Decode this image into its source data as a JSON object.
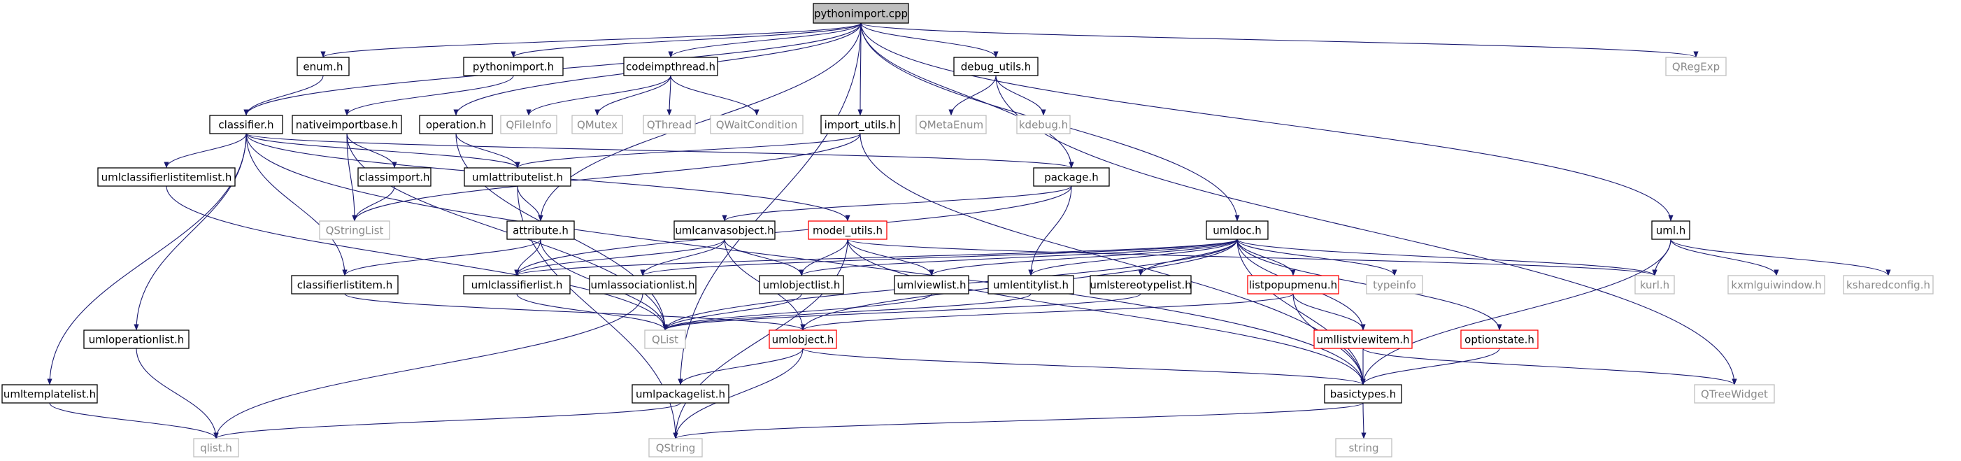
{
  "graph": {
    "colors": {
      "edge": "#191970",
      "normal_border": "#000000",
      "external_border": "#bfbfbf",
      "truncated_border": "#ff0000",
      "root_fill": "#bfbfbf",
      "text": "#000000",
      "external_text": "#8a8a8a"
    },
    "nodes": [
      {
        "id": "pythonimport_cpp",
        "label": "pythonimport.cpp",
        "kind": "root"
      },
      {
        "id": "enum_h",
        "label": "enum.h",
        "kind": "normal"
      },
      {
        "id": "pythonimport_h",
        "label": "pythonimport.h",
        "kind": "normal"
      },
      {
        "id": "codeimpthread_h",
        "label": "codeimpthread.h",
        "kind": "normal"
      },
      {
        "id": "debug_utils_h",
        "label": "debug_utils.h",
        "kind": "normal"
      },
      {
        "id": "QRegExp",
        "label": "QRegExp",
        "kind": "external"
      },
      {
        "id": "classifier_h",
        "label": "classifier.h",
        "kind": "normal"
      },
      {
        "id": "nativeimportbase_h",
        "label": "nativeimportbase.h",
        "kind": "normal"
      },
      {
        "id": "operation_h",
        "label": "operation.h",
        "kind": "normal"
      },
      {
        "id": "QFileInfo",
        "label": "QFileInfo",
        "kind": "external"
      },
      {
        "id": "QMutex",
        "label": "QMutex",
        "kind": "external"
      },
      {
        "id": "QThread",
        "label": "QThread",
        "kind": "external"
      },
      {
        "id": "QWaitCondition",
        "label": "QWaitCondition",
        "kind": "external"
      },
      {
        "id": "import_utils_h",
        "label": "import_utils.h",
        "kind": "normal"
      },
      {
        "id": "QMetaEnum",
        "label": "QMetaEnum",
        "kind": "external"
      },
      {
        "id": "kdebug_h",
        "label": "kdebug.h",
        "kind": "external"
      },
      {
        "id": "umlclassifierlistitemlist_h",
        "label": "umlclassifierlistitemlist.h",
        "kind": "normal"
      },
      {
        "id": "classimport_h",
        "label": "classimport.h",
        "kind": "normal"
      },
      {
        "id": "umlattributelist_h",
        "label": "umlattributelist.h",
        "kind": "normal"
      },
      {
        "id": "package_h",
        "label": "package.h",
        "kind": "normal"
      },
      {
        "id": "QStringList",
        "label": "QStringList",
        "kind": "external"
      },
      {
        "id": "attribute_h",
        "label": "attribute.h",
        "kind": "normal"
      },
      {
        "id": "umlcanvasobject_h",
        "label": "umlcanvasobject.h",
        "kind": "normal"
      },
      {
        "id": "model_utils_h",
        "label": "model_utils.h",
        "kind": "truncated"
      },
      {
        "id": "umldoc_h",
        "label": "umldoc.h",
        "kind": "normal"
      },
      {
        "id": "uml_h",
        "label": "uml.h",
        "kind": "normal"
      },
      {
        "id": "classifierlistitem_h",
        "label": "classifierlistitem.h",
        "kind": "normal"
      },
      {
        "id": "umlclassifierlist_h",
        "label": "umlclassifierlist.h",
        "kind": "normal"
      },
      {
        "id": "umlassociationlist_h",
        "label": "umlassociationlist.h",
        "kind": "normal"
      },
      {
        "id": "umlobjectlist_h",
        "label": "umlobjectlist.h",
        "kind": "normal"
      },
      {
        "id": "umlviewlist_h",
        "label": "umlviewlist.h",
        "kind": "normal"
      },
      {
        "id": "umlentitylist_h",
        "label": "umlentitylist.h",
        "kind": "normal"
      },
      {
        "id": "umlstereotypelist_h",
        "label": "umlstereotypelist.h",
        "kind": "normal"
      },
      {
        "id": "listpopupmenu_h",
        "label": "listpopupmenu.h",
        "kind": "truncated"
      },
      {
        "id": "typeinfo",
        "label": "typeinfo",
        "kind": "external"
      },
      {
        "id": "kurl_h",
        "label": "kurl.h",
        "kind": "external"
      },
      {
        "id": "kxmlguiwindow_h",
        "label": "kxmlguiwindow.h",
        "kind": "external"
      },
      {
        "id": "ksharedconfig_h",
        "label": "ksharedconfig.h",
        "kind": "external"
      },
      {
        "id": "umloperationlist_h",
        "label": "umloperationlist.h",
        "kind": "normal"
      },
      {
        "id": "QList",
        "label": "QList",
        "kind": "external"
      },
      {
        "id": "umlobject_h",
        "label": "umlobject.h",
        "kind": "truncated"
      },
      {
        "id": "umllistviewitem_h",
        "label": "umllistviewitem.h",
        "kind": "truncated"
      },
      {
        "id": "optionstate_h",
        "label": "optionstate.h",
        "kind": "truncated"
      },
      {
        "id": "umltemplatelist_h",
        "label": "umltemplatelist.h",
        "kind": "normal"
      },
      {
        "id": "umlpackagelist_h",
        "label": "umlpackagelist.h",
        "kind": "normal"
      },
      {
        "id": "basictypes_h",
        "label": "basictypes.h",
        "kind": "normal"
      },
      {
        "id": "QTreeWidget",
        "label": "QTreeWidget",
        "kind": "external"
      },
      {
        "id": "qlist_h",
        "label": "qlist.h",
        "kind": "external"
      },
      {
        "id": "QString",
        "label": "QString",
        "kind": "external"
      },
      {
        "id": "string",
        "label": "string",
        "kind": "external"
      }
    ],
    "edges": [
      [
        "pythonimport_cpp",
        "enum_h"
      ],
      [
        "pythonimport_cpp",
        "pythonimport_h"
      ],
      [
        "pythonimport_cpp",
        "codeimpthread_h"
      ],
      [
        "pythonimport_cpp",
        "debug_utils_h"
      ],
      [
        "pythonimport_cpp",
        "QRegExp"
      ],
      [
        "pythonimport_cpp",
        "classifier_h"
      ],
      [
        "pythonimport_cpp",
        "operation_h"
      ],
      [
        "pythonimport_cpp",
        "import_utils_h"
      ],
      [
        "pythonimport_cpp",
        "package_h"
      ],
      [
        "pythonimport_cpp",
        "umldoc_h"
      ],
      [
        "pythonimport_cpp",
        "uml_h"
      ],
      [
        "pythonimport_cpp",
        "umlpackagelist_h"
      ],
      [
        "pythonimport_cpp",
        "attribute_h"
      ],
      [
        "enum_h",
        "classifier_h"
      ],
      [
        "pythonimport_h",
        "nativeimportbase_h"
      ],
      [
        "codeimpthread_h",
        "QFileInfo"
      ],
      [
        "codeimpthread_h",
        "QMutex"
      ],
      [
        "codeimpthread_h",
        "QThread"
      ],
      [
        "codeimpthread_h",
        "QWaitCondition"
      ],
      [
        "debug_utils_h",
        "QMetaEnum"
      ],
      [
        "debug_utils_h",
        "kdebug_h"
      ],
      [
        "debug_utils_h",
        "QTreeWidget"
      ],
      [
        "classifier_h",
        "umlclassifierlistitemlist_h"
      ],
      [
        "classifier_h",
        "umlattributelist_h"
      ],
      [
        "classifier_h",
        "package_h"
      ],
      [
        "classifier_h",
        "classifierlistitem_h"
      ],
      [
        "classifier_h",
        "umloperationlist_h"
      ],
      [
        "classifier_h",
        "umltemplatelist_h"
      ],
      [
        "classifier_h",
        "basictypes_h"
      ],
      [
        "classifier_h",
        "model_utils_h"
      ],
      [
        "nativeimportbase_h",
        "classimport_h"
      ],
      [
        "nativeimportbase_h",
        "QStringList"
      ],
      [
        "nativeimportbase_h",
        "QList"
      ],
      [
        "operation_h",
        "umlattributelist_h"
      ],
      [
        "operation_h",
        "QList"
      ],
      [
        "import_utils_h",
        "QStringList"
      ],
      [
        "import_utils_h",
        "umlattributelist_h"
      ],
      [
        "import_utils_h",
        "basictypes_h"
      ],
      [
        "umlclassifierlistitemlist_h",
        "QList"
      ],
      [
        "classimport_h",
        "QStringList"
      ],
      [
        "umlattributelist_h",
        "attribute_h"
      ],
      [
        "umlattributelist_h",
        "QString"
      ],
      [
        "package_h",
        "umlcanvasobject_h"
      ],
      [
        "package_h",
        "umlentitylist_h"
      ],
      [
        "package_h",
        "umlclassifierlist_h"
      ],
      [
        "attribute_h",
        "classifierlistitem_h"
      ],
      [
        "attribute_h",
        "umlclassifierlist_h"
      ],
      [
        "attribute_h",
        "QList"
      ],
      [
        "umlcanvasobject_h",
        "umlclassifierlist_h"
      ],
      [
        "umlcanvasobject_h",
        "umlassociationlist_h"
      ],
      [
        "umlcanvasobject_h",
        "umlobjectlist_h"
      ],
      [
        "umlcanvasobject_h",
        "umlobject_h"
      ],
      [
        "model_utils_h",
        "umlobjectlist_h"
      ],
      [
        "model_utils_h",
        "umlviewlist_h"
      ],
      [
        "model_utils_h",
        "QString"
      ],
      [
        "model_utils_h",
        "basictypes_h"
      ],
      [
        "model_utils_h",
        "kurl_h"
      ],
      [
        "umldoc_h",
        "umlclassifierlist_h"
      ],
      [
        "umldoc_h",
        "umlassociationlist_h"
      ],
      [
        "umldoc_h",
        "umlobjectlist_h"
      ],
      [
        "umldoc_h",
        "umlviewlist_h"
      ],
      [
        "umldoc_h",
        "umlentitylist_h"
      ],
      [
        "umldoc_h",
        "umlstereotypelist_h"
      ],
      [
        "umldoc_h",
        "listpopupmenu_h"
      ],
      [
        "umldoc_h",
        "typeinfo"
      ],
      [
        "umldoc_h",
        "kurl_h"
      ],
      [
        "umldoc_h",
        "umlobject_h"
      ],
      [
        "umldoc_h",
        "umllistviewitem_h"
      ],
      [
        "umldoc_h",
        "optionstate_h"
      ],
      [
        "umldoc_h",
        "basictypes_h"
      ],
      [
        "umldoc_h",
        "QList"
      ],
      [
        "uml_h",
        "kurl_h"
      ],
      [
        "uml_h",
        "kxmlguiwindow_h"
      ],
      [
        "uml_h",
        "ksharedconfig_h"
      ],
      [
        "uml_h",
        "basictypes_h"
      ],
      [
        "classifierlistitem_h",
        "umlobject_h"
      ],
      [
        "umlclassifierlist_h",
        "QList"
      ],
      [
        "umlassociationlist_h",
        "qlist_h"
      ],
      [
        "umlobjectlist_h",
        "QList"
      ],
      [
        "umlviewlist_h",
        "QList"
      ],
      [
        "umlentitylist_h",
        "QList"
      ],
      [
        "umlstereotypelist_h",
        "QList"
      ],
      [
        "listpopupmenu_h",
        "umllistviewitem_h"
      ],
      [
        "listpopupmenu_h",
        "basictypes_h"
      ],
      [
        "listpopupmenu_h",
        "umlobject_h"
      ],
      [
        "umloperationlist_h",
        "qlist_h"
      ],
      [
        "umlobject_h",
        "umlpackagelist_h"
      ],
      [
        "umlobject_h",
        "basictypes_h"
      ],
      [
        "umlobject_h",
        "QString"
      ],
      [
        "umllistviewitem_h",
        "basictypes_h"
      ],
      [
        "umllistviewitem_h",
        "QTreeWidget"
      ],
      [
        "optionstate_h",
        "basictypes_h"
      ],
      [
        "umltemplatelist_h",
        "qlist_h"
      ],
      [
        "umlpackagelist_h",
        "qlist_h"
      ],
      [
        "basictypes_h",
        "string"
      ],
      [
        "basictypes_h",
        "QString"
      ]
    ]
  }
}
